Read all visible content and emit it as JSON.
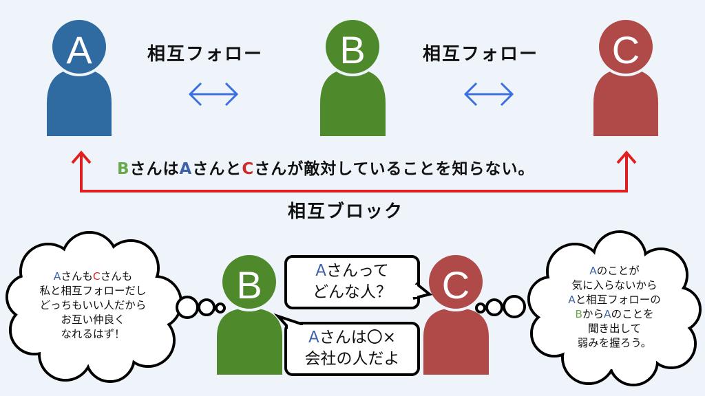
{
  "people": {
    "top_a": {
      "letter": "A",
      "color": "#2f6aa0"
    },
    "top_b": {
      "letter": "B",
      "color": "#4e8a2c"
    },
    "top_c": {
      "letter": "C",
      "color": "#b04a48"
    },
    "bottom_b": {
      "letter": "B",
      "color": "#4e8a2c"
    },
    "bottom_c": {
      "letter": "C",
      "color": "#b04a48"
    }
  },
  "relations": {
    "ab_label": "相互フォロー",
    "bc_label": "相互フォロー",
    "ac_label": "相互ブロック",
    "follow_arrow_color": "#3c6fe0",
    "block_arrow_color": "#e02020"
  },
  "statement": [
    {
      "text": "B",
      "cls": "cB"
    },
    {
      "text": "さんは",
      "cls": ""
    },
    {
      "text": "A",
      "cls": "cA"
    },
    {
      "text": "さんと",
      "cls": ""
    },
    {
      "text": "C",
      "cls": "cC"
    },
    {
      "text": "さんが敵対していることを知らない。",
      "cls": ""
    }
  ],
  "b_thought": {
    "line1": [
      {
        "text": "A",
        "cls": "cA"
      },
      {
        "text": "さんも",
        "cls": ""
      },
      {
        "text": "C",
        "cls": "cC"
      },
      {
        "text": "さんも",
        "cls": ""
      }
    ],
    "line2": "私と相互フォローだし",
    "line3": "どっちもいい人だから",
    "line4": "お互い仲良く",
    "line5": "なれるはず！"
  },
  "c_question": {
    "letter": "A",
    "line1_rest": "さんって",
    "line2": "どんな人？"
  },
  "b_answer": {
    "letter": "A",
    "line1_rest": "さんは〇×",
    "line2": "会社の人だよ"
  },
  "c_thought": {
    "line1": [
      {
        "text": "A",
        "cls": "cA"
      },
      {
        "text": "のことが",
        "cls": ""
      }
    ],
    "line2": "気に入らないから",
    "line3": [
      {
        "text": "A",
        "cls": "cA"
      },
      {
        "text": "と相互フォローの",
        "cls": ""
      }
    ],
    "line4": [
      {
        "text": "B",
        "cls": "cB"
      },
      {
        "text": "から",
        "cls": ""
      },
      {
        "text": "A",
        "cls": "cA"
      },
      {
        "text": "のことを",
        "cls": ""
      }
    ],
    "line5": "聞き出して",
    "line6": "弱みを握ろう。"
  }
}
